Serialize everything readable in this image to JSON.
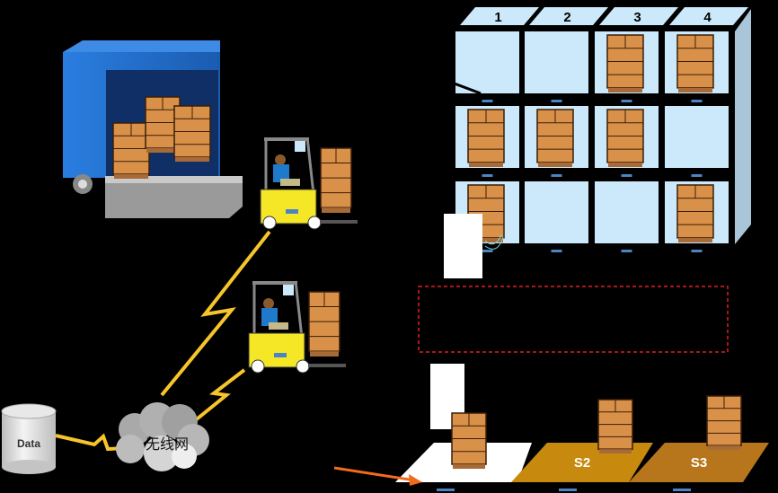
{
  "rack": {
    "columns": [
      "1",
      "2",
      "3",
      "4"
    ],
    "occupied_slots": [
      {
        "row": 1,
        "col": 3
      },
      {
        "row": 1,
        "col": 4
      },
      {
        "row": 2,
        "col": 1
      },
      {
        "row": 2,
        "col": 2
      },
      {
        "row": 2,
        "col": 3
      },
      {
        "row": 3,
        "col": 1
      },
      {
        "row": 3,
        "col": 4
      }
    ]
  },
  "database": {
    "label": "Data"
  },
  "network": {
    "label": "无线网"
  },
  "zones": [
    {
      "label": "",
      "color": "#ffffff"
    },
    {
      "label": "S2",
      "color": "#c8890f"
    },
    {
      "label": "S3",
      "color": "#b8761c"
    }
  ],
  "colors": {
    "rack_cell": "#cce9fb",
    "box": "#d9914a",
    "truck": "#1f6fd0",
    "forklift": "#f5e626",
    "bolt": "#f7c52a",
    "highlight": "#e02020"
  }
}
